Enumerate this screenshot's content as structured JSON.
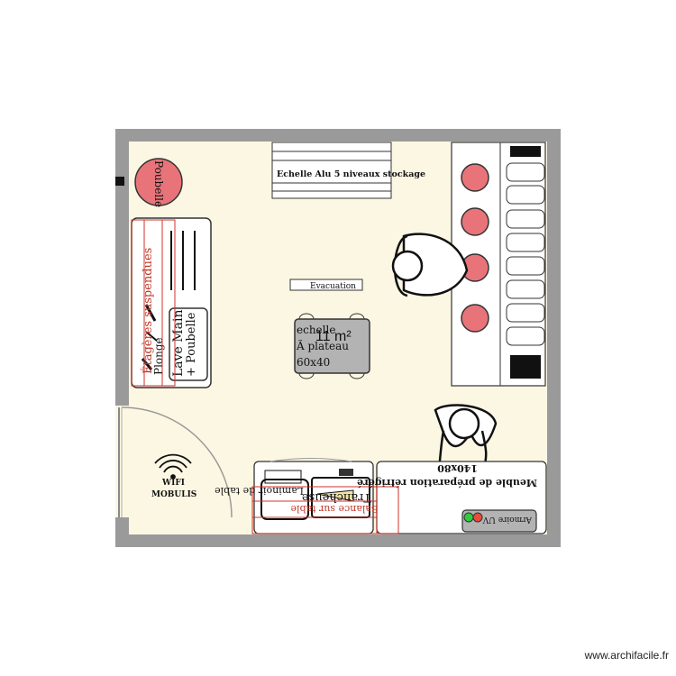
{
  "plan": {
    "area": "11 m²",
    "labels": {
      "poubelle": "Poubelle",
      "echelle_alu": "Echelle Alu 5 niveaux stockage",
      "evacuation": "Evacuation",
      "echelle_plateau_1": "echelle",
      "echelle_plateau_2": "Ã  plateau",
      "echelle_plateau_3": "60x40",
      "lave_main": "Lave Main",
      "lave_main_2": "+ Poubelle",
      "plonge": "Plonge",
      "etageres": "Étagères suspendues",
      "wifi_1": "WIFI",
      "wifi_2": "MOBULIS",
      "meuble_prep": "Meuble de préparation réfrigéré",
      "meuble_prep_dim": "140x80",
      "armoire_uv": "Armoire UV",
      "laminoir": "Laminoir de table",
      "balance": "Balance sur table",
      "trancheuse": "Trancheuse"
    }
  },
  "watermark": "www.archifacile.fr",
  "colors": {
    "floor": "#fcf7e3",
    "wall": "#9a9a9a",
    "stool": "#e8747a",
    "table": "#b3b3b3",
    "red_line": "#d0302a"
  }
}
